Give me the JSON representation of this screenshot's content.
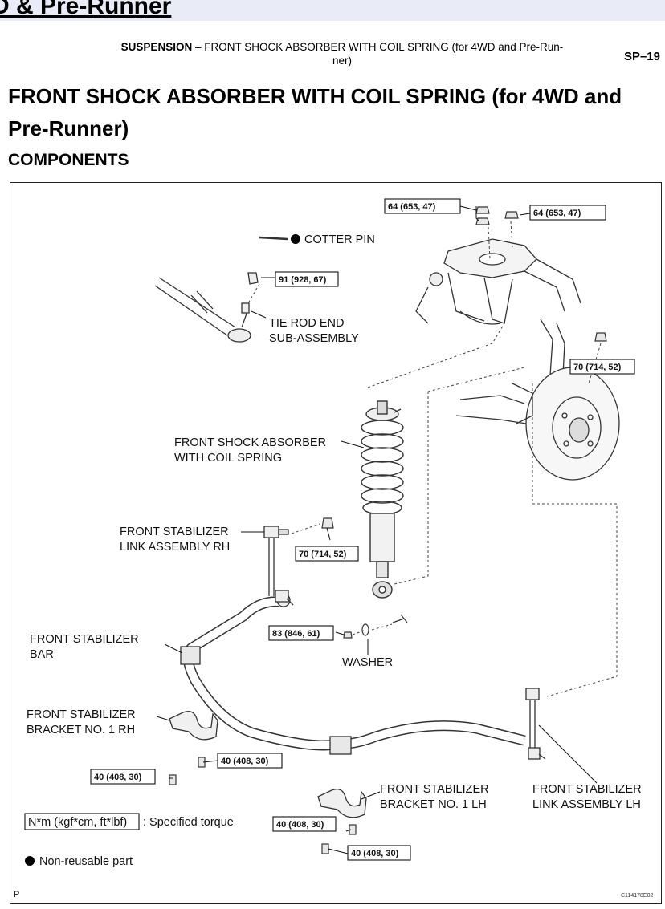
{
  "banner": {
    "text": "D & Pre-Runner"
  },
  "header": {
    "section": "SUSPENSION",
    "dash": " – ",
    "subtitle_line1": "FRONT SHOCK ABSORBER WITH COIL SPRING (for 4WD and Pre-Run-",
    "subtitle_line2": "ner)",
    "page": "SP–19"
  },
  "title": "FRONT SHOCK ABSORBER WITH COIL SPRING (for 4WD and Pre-Runner)",
  "section_title": "COMPONENTS",
  "labels": {
    "cotter_pin": "COTTER PIN",
    "tie_rod_1": "TIE ROD END",
    "tie_rod_2": "SUB-ASSEMBLY",
    "shock_1": "FRONT SHOCK ABSORBER",
    "shock_2": "WITH COIL SPRING",
    "link_rh_1": "FRONT STABILIZER",
    "link_rh_2": "LINK ASSEMBLY RH",
    "bar_1": "FRONT STABILIZER",
    "bar_2": "BAR",
    "washer": "WASHER",
    "bracket_rh_1": "FRONT STABILIZER",
    "bracket_rh_2": "BRACKET NO. 1 RH",
    "bracket_lh_1": "FRONT STABILIZER",
    "bracket_lh_2": "BRACKET NO. 1 LH",
    "link_lh_1": "FRONT STABILIZER",
    "link_lh_2": "LINK ASSEMBLY LH"
  },
  "torques": {
    "t_upper_left": "64 (653, 47)",
    "t_upper_right": "64 (653, 47)",
    "t_tie_rod": "91 (928, 67)",
    "t_knuckle": "70 (714, 52)",
    "t_link_rh": "70 (714, 52)",
    "t_shock_lower": "83 (846, 61)",
    "t_bracket_rh_a": "40 (408, 30)",
    "t_bracket_rh_b": "40 (408, 30)",
    "t_bracket_lh_a": "40 (408, 30)",
    "t_bracket_lh_b": "40 (408, 30)"
  },
  "legend": {
    "torque_unit": "N*m (kgf*cm, ft*lbf)",
    "torque_desc": ": Specified torque",
    "nonreusable": "Non-reusable part"
  },
  "footer": {
    "left": "P",
    "code": "C114178E02"
  }
}
